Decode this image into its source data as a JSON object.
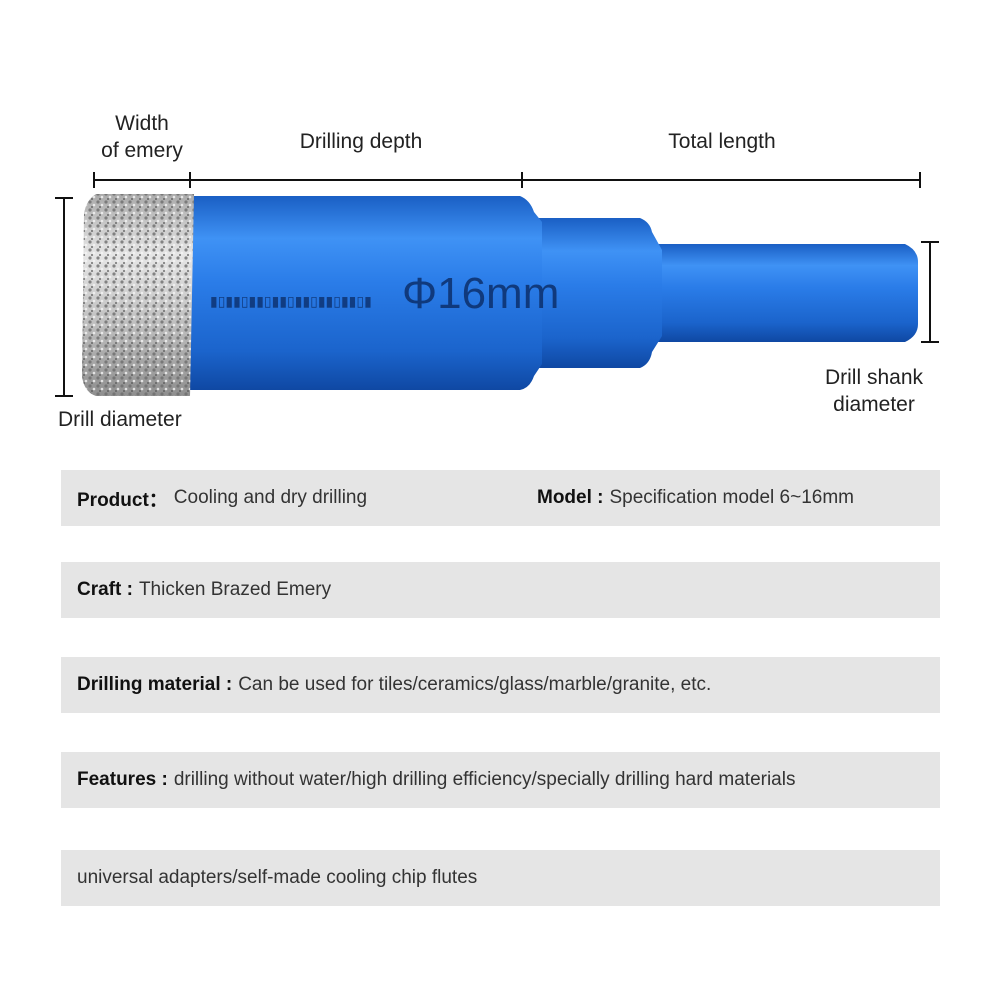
{
  "labels": {
    "width_of_emery_line1": "Width",
    "width_of_emery_line2": "of emery",
    "drilling_depth": "Drilling depth",
    "total_length": "Total length",
    "drill_diameter": "Drill diameter",
    "drill_shank_line1": "Drill shank",
    "drill_shank_line2": "diameter",
    "bit_marking": "Φ16mm"
  },
  "specs": {
    "product_label": "Product：",
    "product_value": "Cooling and dry drilling",
    "model_label": "Model :",
    "model_value": "Specification model 6~16mm",
    "craft_label": "Craft :",
    "craft_value": "Thicken Brazed Emery",
    "material_label": "Drilling material :",
    "material_value": "Can be used for tiles/ceramics/glass/marble/granite, etc.",
    "features_label": "Features :",
    "features_value": "drilling without water/high drilling efficiency/specially drilling hard materials",
    "extra_value": "universal adapters/self-made cooling chip flutes"
  },
  "colors": {
    "bit_blue": "#1f6fd6",
    "bit_blue_light": "#4fa0ff",
    "bit_blue_dark": "#0f4aa8",
    "emery_gray": "#c8c8c8",
    "row_bg": "#e5e5e5"
  }
}
